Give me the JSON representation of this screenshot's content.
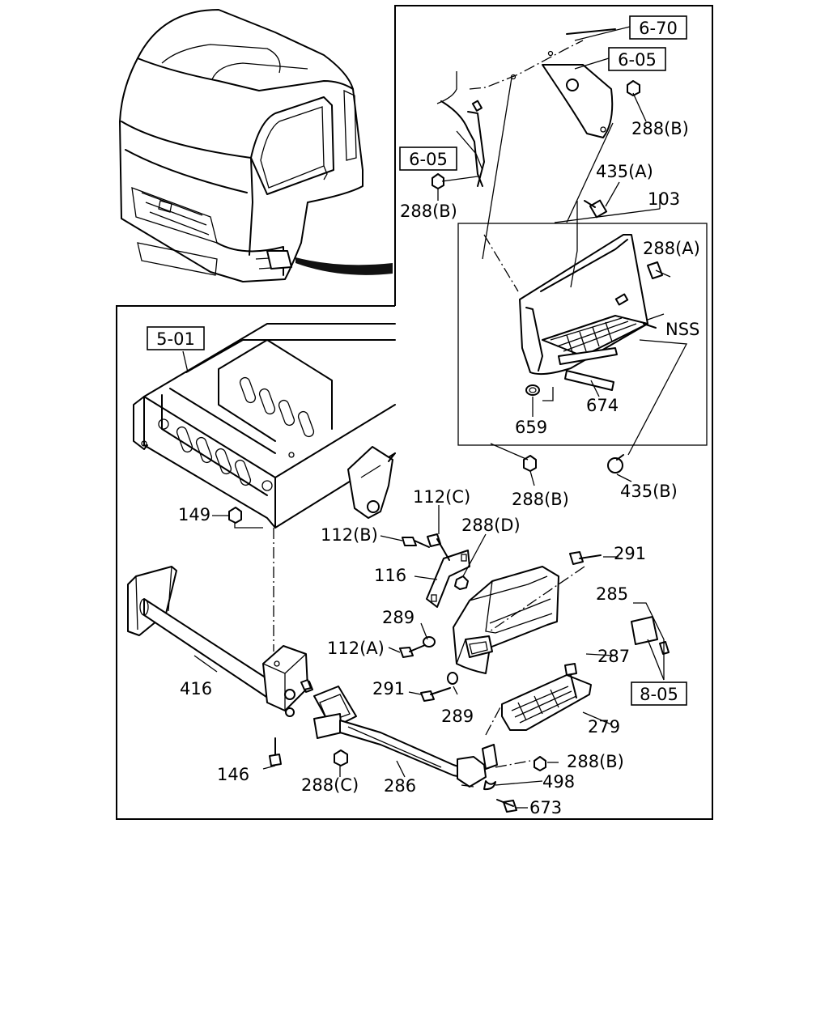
{
  "diagram": {
    "reference_boxes": [
      "6-70",
      "6-05",
      "6-05",
      "5-01",
      "8-05"
    ],
    "part_labels": [
      "288(B)",
      "435(A)",
      "103",
      "288(A)",
      "NSS",
      "674",
      "659",
      "288(B)",
      "435(B)",
      "112(C)",
      "288(D)",
      "112(B)",
      "116",
      "291",
      "285",
      "149",
      "289",
      "112(A)",
      "287",
      "416",
      "291",
      "289",
      "279",
      "288(B)",
      "146",
      "288(C)",
      "286",
      "498",
      "673",
      "288(B)"
    ]
  }
}
